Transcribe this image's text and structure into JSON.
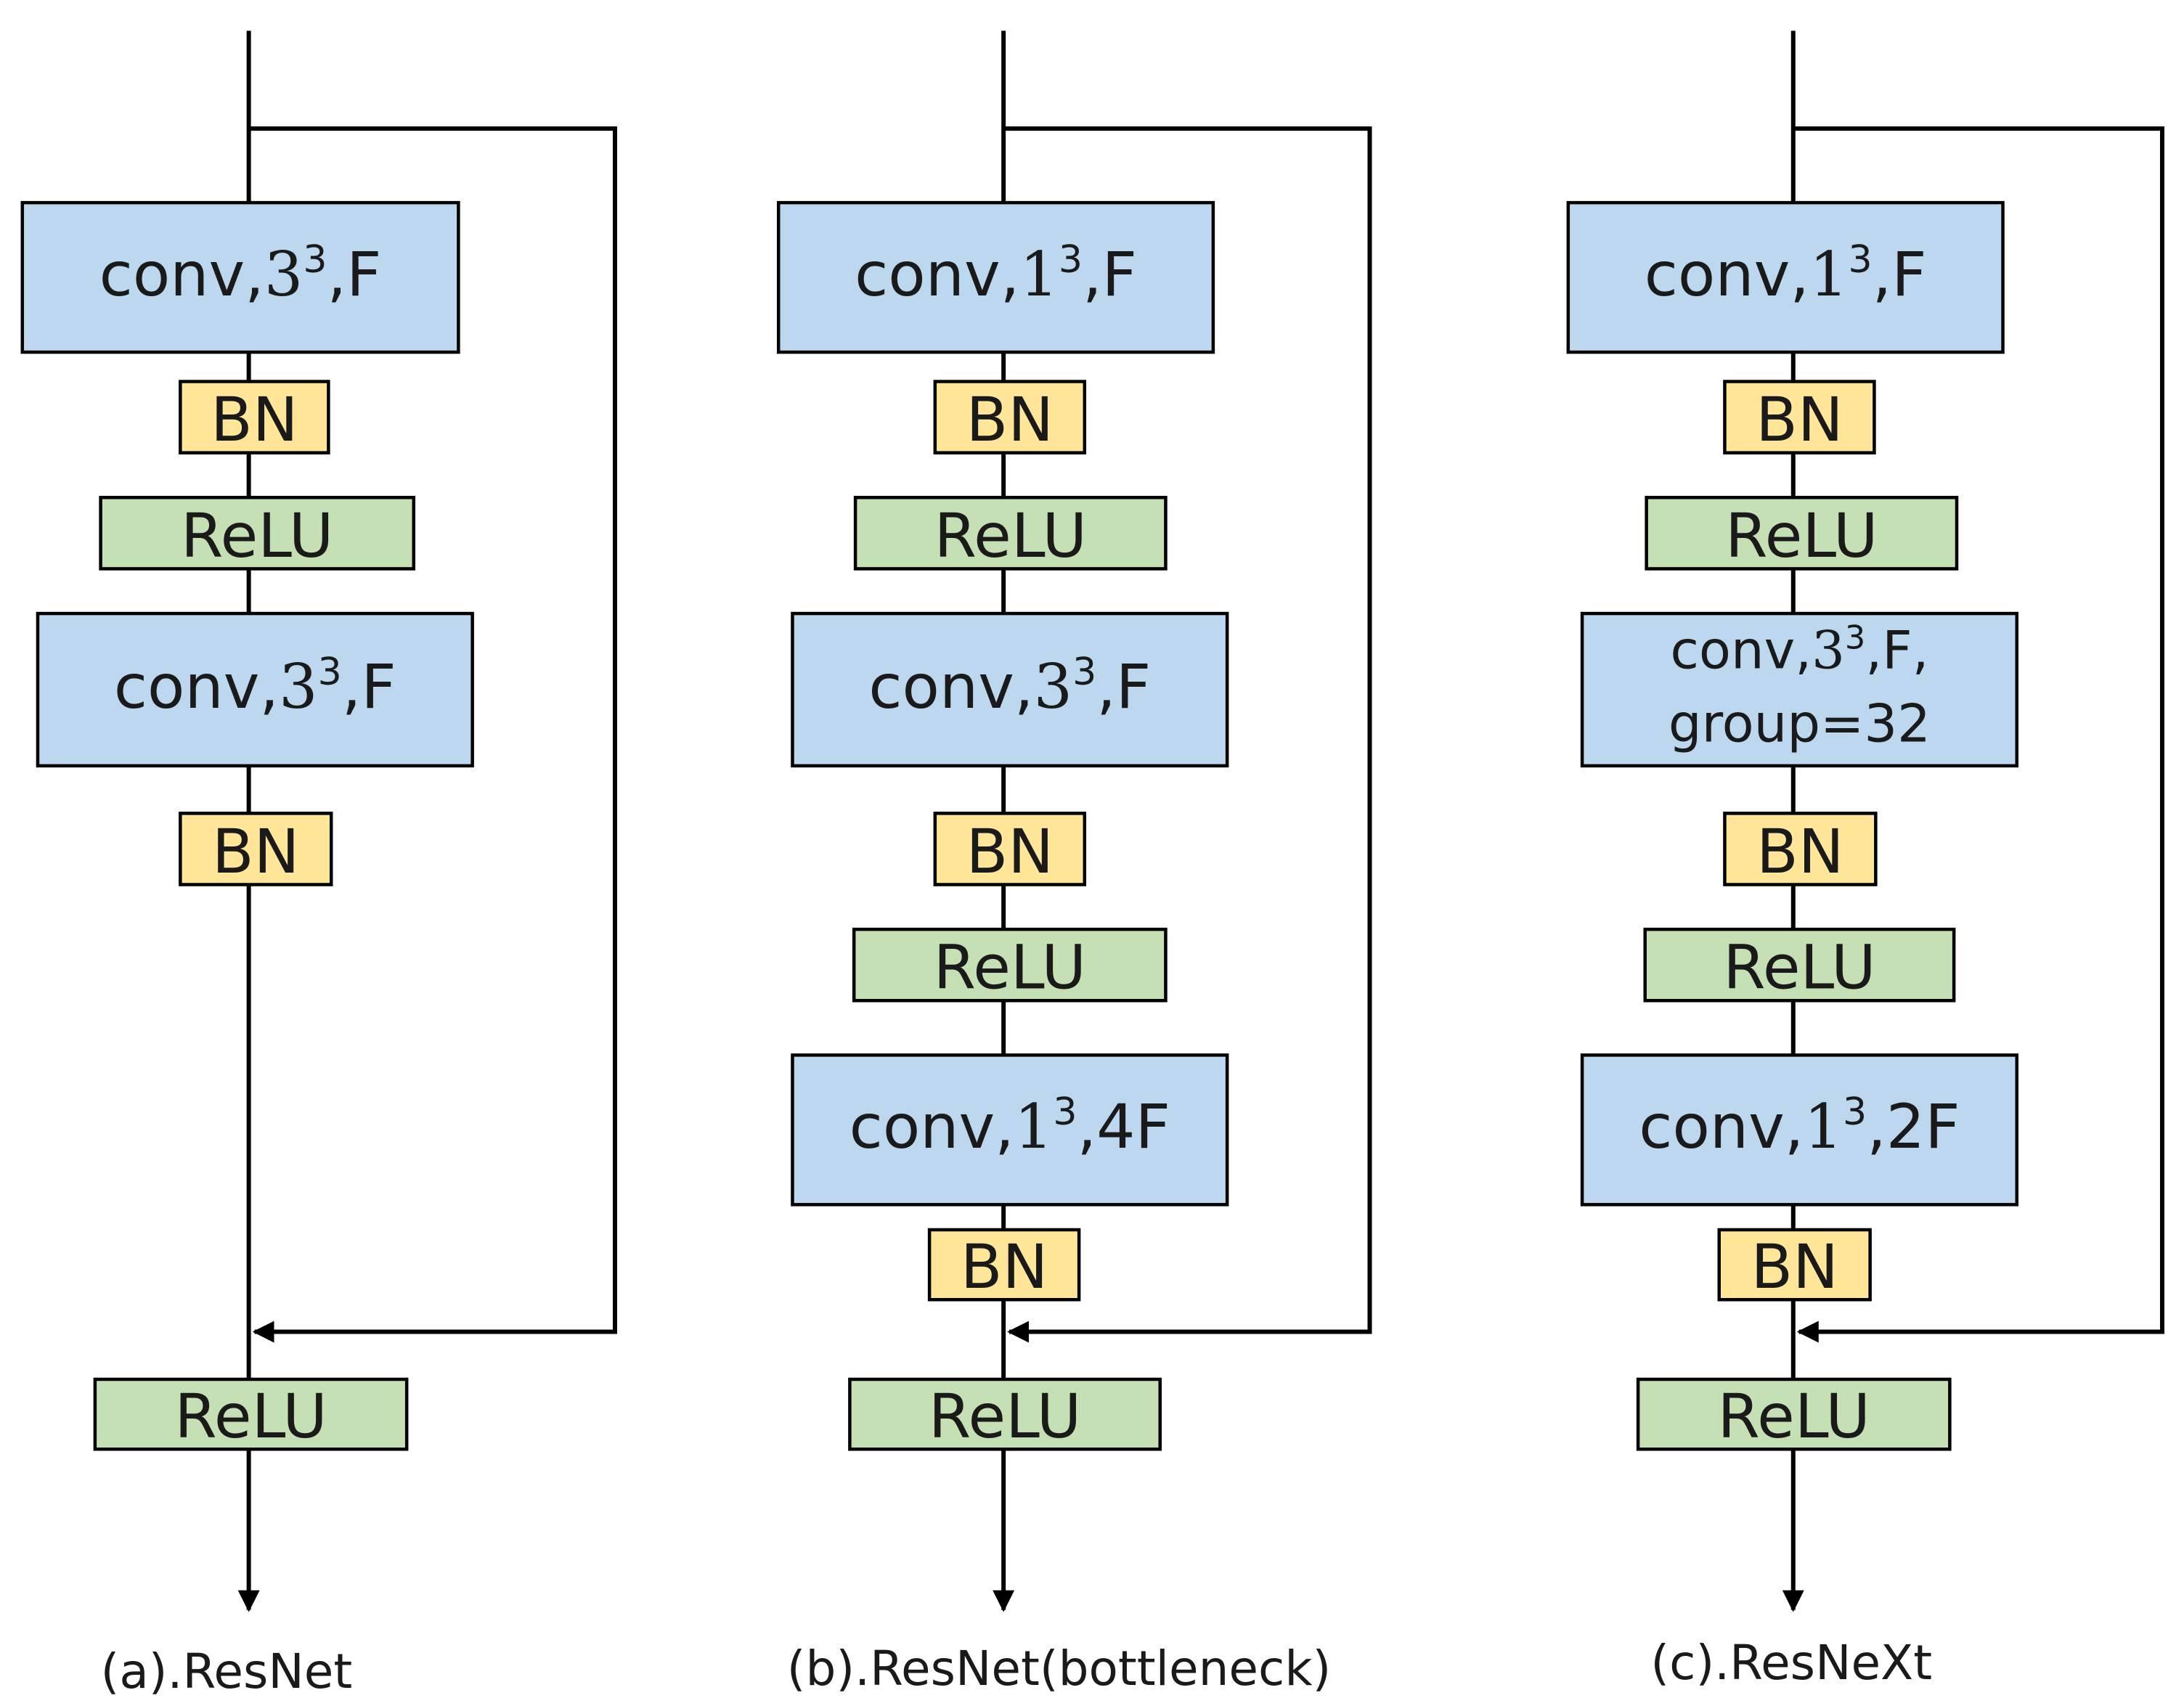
{
  "colors": {
    "conv_fill": "#bdd7ee",
    "bn_fill": "#ffe699",
    "relu_fill": "#c5e0b4",
    "line": "#000000"
  },
  "diagrams": [
    {
      "caption": "(a).ResNet",
      "blocks": [
        {
          "type": "conv",
          "text": "conv,",
          "exp_base": "3",
          "sup": "3",
          "suffix": ",F"
        },
        {
          "type": "bn",
          "text": "BN"
        },
        {
          "type": "relu",
          "text": "ReLU"
        },
        {
          "type": "conv",
          "text": "conv,",
          "exp_base": "3",
          "sup": "3",
          "suffix": ",F"
        },
        {
          "type": "bn",
          "text": "BN"
        },
        {
          "type": "relu",
          "text": "ReLU"
        }
      ]
    },
    {
      "caption": "(b).ResNet(bottleneck)",
      "blocks": [
        {
          "type": "conv",
          "text": "conv,",
          "exp_base": "1",
          "sup": "3",
          "suffix": ",F"
        },
        {
          "type": "bn",
          "text": "BN"
        },
        {
          "type": "relu",
          "text": "ReLU"
        },
        {
          "type": "conv",
          "text": "conv,",
          "exp_base": "3",
          "sup": "3",
          "suffix": ",F"
        },
        {
          "type": "bn",
          "text": "BN"
        },
        {
          "type": "relu",
          "text": "ReLU"
        },
        {
          "type": "conv",
          "text": "conv,",
          "exp_base": "1",
          "sup": "3",
          "suffix": ",4F"
        },
        {
          "type": "bn",
          "text": "BN"
        },
        {
          "type": "relu",
          "text": "ReLU"
        }
      ]
    },
    {
      "caption": "(c).ResNeXt",
      "blocks": [
        {
          "type": "conv",
          "text": "conv,",
          "exp_base": "1",
          "sup": "3",
          "suffix": ",F"
        },
        {
          "type": "bn",
          "text": "BN"
        },
        {
          "type": "relu",
          "text": "ReLU"
        },
        {
          "type": "conv",
          "text": "conv,",
          "exp_base": "3",
          "sup": "3",
          "suffix": ",F,",
          "line2": "group=32"
        },
        {
          "type": "bn",
          "text": "BN"
        },
        {
          "type": "relu",
          "text": "ReLU"
        },
        {
          "type": "conv",
          "text": "conv,",
          "exp_base": "1",
          "sup": "3",
          "suffix": ",2F"
        },
        {
          "type": "bn",
          "text": "BN"
        },
        {
          "type": "relu",
          "text": "ReLU"
        }
      ]
    }
  ]
}
